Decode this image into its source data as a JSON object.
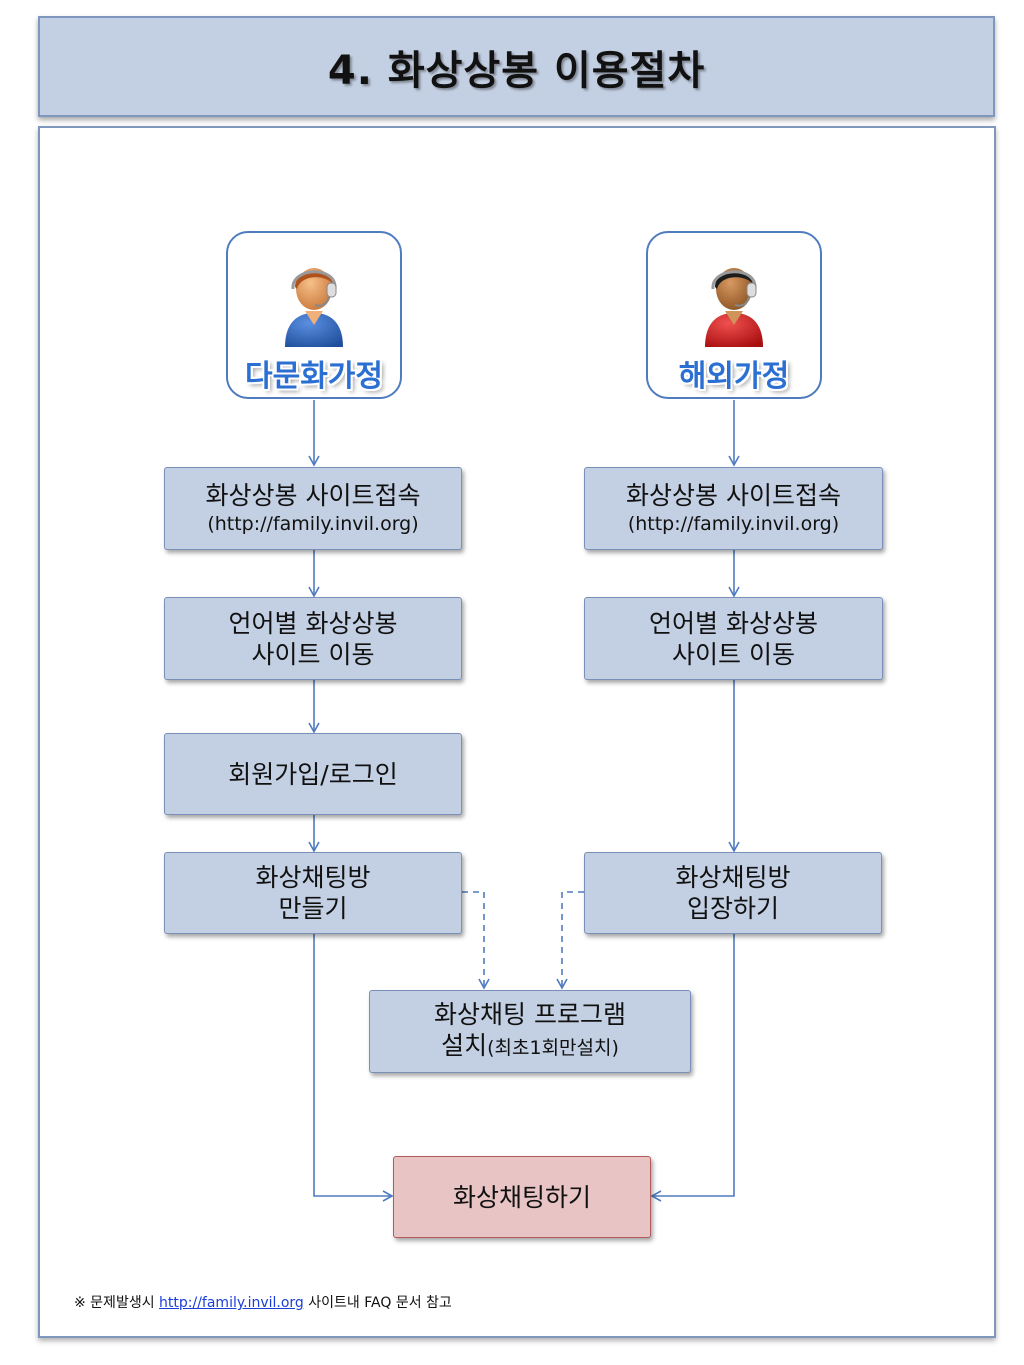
{
  "title": "4. 화상상봉 이용절차",
  "actors": {
    "left": {
      "label": "다문화가정",
      "icon": "person-headset-icon",
      "shirt_color": "#2e64b8"
    },
    "right": {
      "label": "해외가정",
      "icon": "person-headset-icon",
      "shirt_color": "#d41c1c"
    }
  },
  "left_steps": {
    "site": {
      "line1": "화상상봉 사이트접속",
      "url": "(http://family.invil.org)"
    },
    "language": {
      "line1": "언어별 화상상봉",
      "line2": "사이트 이동"
    },
    "signup": {
      "line1": "회원가입/로그인"
    },
    "create": {
      "line1": "화상채팅방",
      "line2": "만들기"
    }
  },
  "right_steps": {
    "site": {
      "line1": "화상상봉 사이트접속",
      "url": "(http://family.invil.org)"
    },
    "language": {
      "line1": "언어별 화상상봉",
      "line2": "사이트 이동"
    },
    "enter": {
      "line1": "화상채팅방",
      "line2": "입장하기"
    }
  },
  "install": {
    "line1": "화상채팅 프로그램",
    "line2_main": "설치",
    "line2_note": "(최초1회만설치)"
  },
  "final": {
    "label": "화상채팅하기"
  },
  "footnote": {
    "prefix": "※ 문제발생시 ",
    "link": "http://family.invil.org",
    "suffix": " 사이트내 FAQ 문서 참고"
  },
  "colors": {
    "box_fill": "#c3cfe2",
    "final_fill": "#e8c4c4",
    "arrow": "#4f7bbf",
    "actor_label": "#2a6fd1"
  }
}
